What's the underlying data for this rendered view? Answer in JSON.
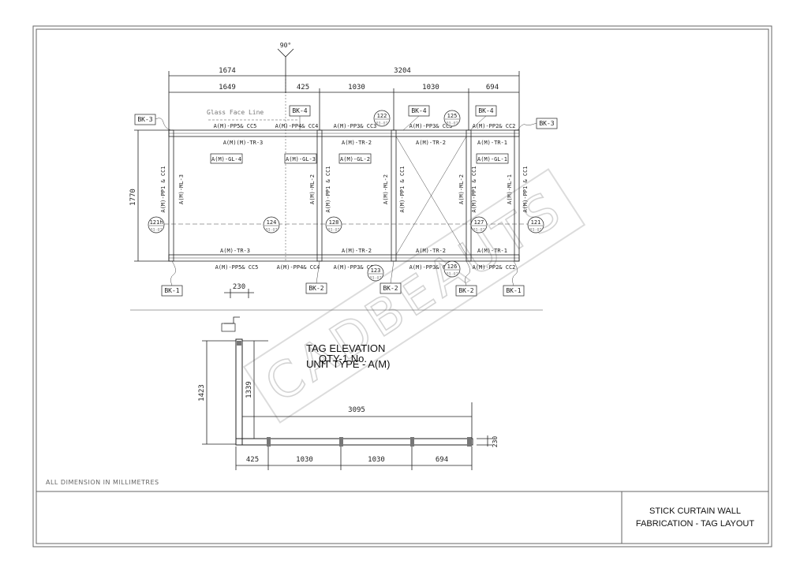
{
  "watermark": "CADBEAUTS",
  "top_dims": {
    "overall_left": "1674",
    "overall_right": "3204",
    "left": "1649",
    "seg_425": "425",
    "seg_1030a": "1030",
    "seg_1030b": "1030",
    "seg_694": "694",
    "angle": "90°",
    "height": "1770",
    "dim_230": "230"
  },
  "glass_face_line": "Glass Face Line",
  "brackets": {
    "bk3_left": "BK-3",
    "bk4_a": "BK-4",
    "bk4_b": "BK-4",
    "bk4_c": "BK-4",
    "bk3_right": "BK-3",
    "bk1_left": "BK-1",
    "bk2_a": "BK-2",
    "bk2_b": "BK-2",
    "bk2_c": "BK-2",
    "bk1_right": "BK-1"
  },
  "top_labels": {
    "pp5_cc5_top": "A(M)-PP5& CC5",
    "pp4_cc4_top": "A(M)-PP4& CC4",
    "pp3_cc3_a_top": "A(M)-PP3& CC3",
    "pp3_cc3_b_top": "A(M)-PP3& CC3",
    "pp2_cc2_top": "A(M)-PP2& CC2",
    "tr3_top": "A(M)(M)-TR-3",
    "tr2_a_top": "A(M)-TR-2",
    "tr2_b_top": "A(M)-TR-2",
    "tr1_top": "A(M)-TR-1",
    "gl4": "A(M)-GL-4",
    "gl3": "A(M)-GL-3",
    "gl2": "A(M)-GL-2",
    "gl1": "A(M)-GL-1"
  },
  "bottom_labels": {
    "tr3_bot": "A(M)-TR-3",
    "tr2_a_bot": "A(M)-TR-2",
    "tr2_b_bot": "A(M)-TR-2",
    "tr1_bot": "A(M)-TR-1",
    "pp5_cc5_bot": "A(M)-PP5& CC5",
    "pp4_cc4_bot": "A(M)-PP4& CC4",
    "pp3_cc3_a_bot": "A(M)-PP3& CC3",
    "pp3_cc3_b_bot": "A(M)-PP3& CC3",
    "pp2_cc2_bot": "A(M)-PP2& CC2"
  },
  "vertical_labels": {
    "pp1_cc1_left": "A(M)-PP1 & CC1",
    "ml3": "A(M)-ML-3",
    "ml2_a": "A(M)-ML-2",
    "pp1_cc1_b": "A(M)-PP1 & CC1",
    "ml2_b": "A(M)-ML-2",
    "pp1_cc1_c": "A(M)-PP1 & CC1",
    "ml2_c": "A(M)-ML-2",
    "pp1_cc1_d": "A(M)-PP1 & CC1",
    "ml1": "A(M)-ML-1",
    "pp1_cc1_right": "A(M)-PP1 & CC1"
  },
  "callouts": {
    "c122": "122",
    "c125": "125",
    "c121h": "121h",
    "c124": "124",
    "c128": "128",
    "c127": "127",
    "c121": "121",
    "c123": "123",
    "c126": "126",
    "sub": "03-07"
  },
  "plan": {
    "title": "TAG ELEVATION",
    "unit": "UNIT TYPE - A(M)",
    "qty": "QTY-1 No.",
    "dim_1423": "1423",
    "dim_1339": "1339",
    "dim_3095": "3095",
    "dim_230_side": "230",
    "seg_425": "425",
    "seg_1030a": "1030",
    "seg_1030b": "1030",
    "seg_694": "694"
  },
  "note": "ALL DIMENSION IN MILLIMETRES",
  "title_block": {
    "line1": "STICK CURTAIN WALL",
    "line2": "FABRICATION  - TAG LAYOUT"
  }
}
